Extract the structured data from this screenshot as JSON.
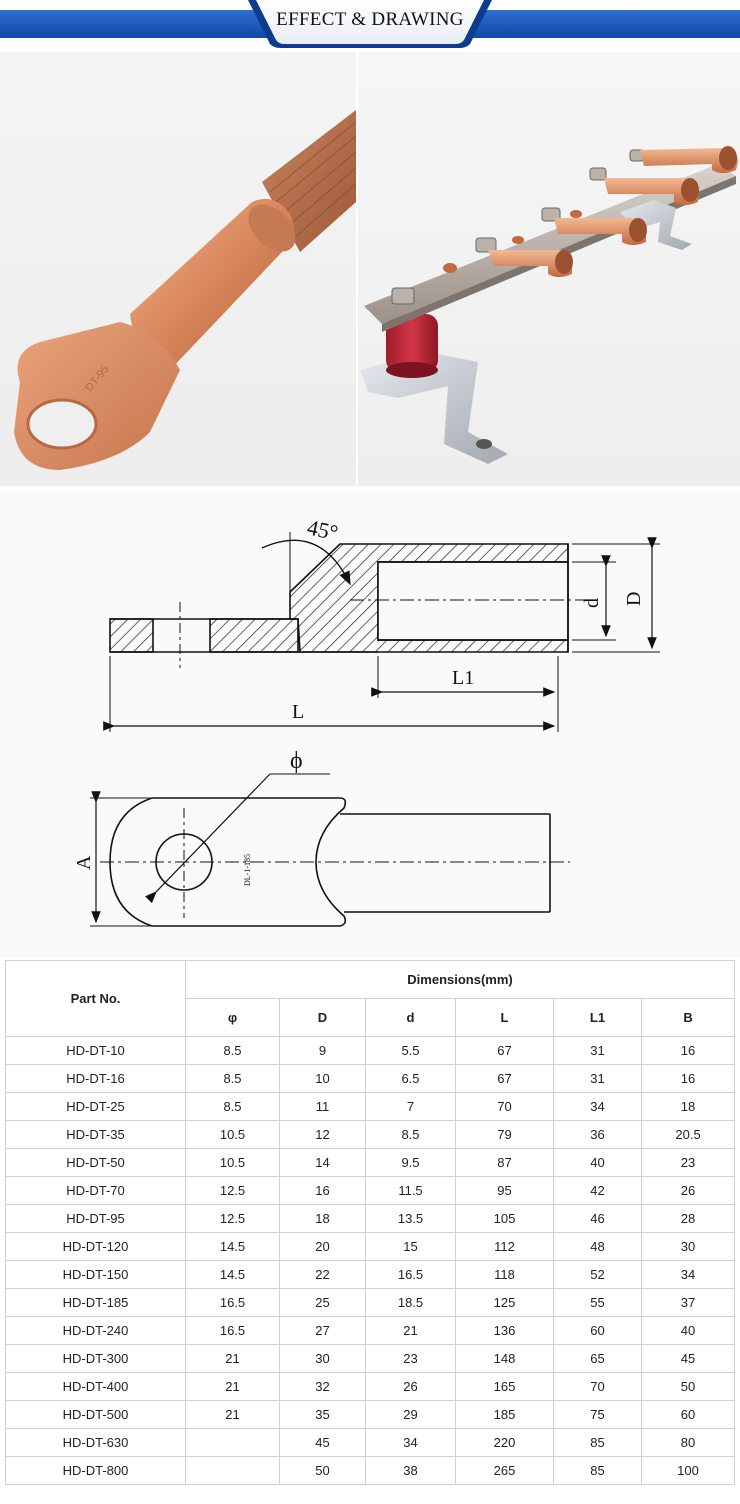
{
  "banner": {
    "title": "EFFECT & DRAWING"
  },
  "photos": {
    "left_alt": "copper lug on stranded copper wire",
    "right_alt": "copper lugs mounted on busbar with insulators"
  },
  "drawing": {
    "angle_label": "45°",
    "label_d": "d",
    "label_D": "D",
    "label_L1": "L1",
    "label_L": "L",
    "label_phi": "ϕ",
    "label_A": "A",
    "stamp": "DL-1-185"
  },
  "table": {
    "header_part": "Part No.",
    "header_group": "Dimensions(mm)",
    "columns": [
      "φ",
      "D",
      "d",
      "L",
      "L1",
      "B"
    ],
    "rows": [
      [
        "HD-DT-10",
        "8.5",
        "9",
        "5.5",
        "67",
        "31",
        "16"
      ],
      [
        "HD-DT-16",
        "8.5",
        "10",
        "6.5",
        "67",
        "31",
        "16"
      ],
      [
        "HD-DT-25",
        "8.5",
        "11",
        "7",
        "70",
        "34",
        "18"
      ],
      [
        "HD-DT-35",
        "10.5",
        "12",
        "8.5",
        "79",
        "36",
        "20.5"
      ],
      [
        "HD-DT-50",
        "10.5",
        "14",
        "9.5",
        "87",
        "40",
        "23"
      ],
      [
        "HD-DT-70",
        "12.5",
        "16",
        "11.5",
        "95",
        "42",
        "26"
      ],
      [
        "HD-DT-95",
        "12.5",
        "18",
        "13.5",
        "105",
        "46",
        "28"
      ],
      [
        "HD-DT-120",
        "14.5",
        "20",
        "15",
        "112",
        "48",
        "30"
      ],
      [
        "HD-DT-150",
        "14.5",
        "22",
        "16.5",
        "118",
        "52",
        "34"
      ],
      [
        "HD-DT-185",
        "16.5",
        "25",
        "18.5",
        "125",
        "55",
        "37"
      ],
      [
        "HD-DT-240",
        "16.5",
        "27",
        "21",
        "136",
        "60",
        "40"
      ],
      [
        "HD-DT-300",
        "21",
        "30",
        "23",
        "148",
        "65",
        "45"
      ],
      [
        "HD-DT-400",
        "21",
        "32",
        "26",
        "165",
        "70",
        "50"
      ],
      [
        "HD-DT-500",
        "21",
        "35",
        "29",
        "185",
        "75",
        "60"
      ],
      [
        "HD-DT-630",
        "",
        "45",
        "34",
        "220",
        "85",
        "80"
      ],
      [
        "HD-DT-800",
        "",
        "50",
        "38",
        "265",
        "85",
        "100"
      ]
    ]
  }
}
